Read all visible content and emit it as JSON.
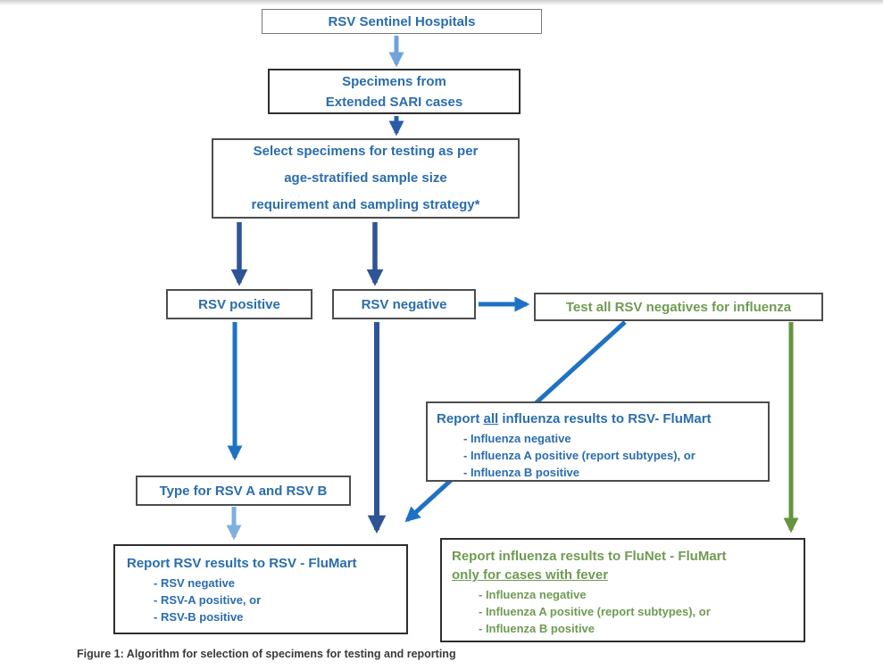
{
  "figure": {
    "caption": "Figure 1: Algorithm for selection of specimens for testing and reporting"
  },
  "colors": {
    "box_text_blue": "#2a6dad",
    "green_text": "#6f9b53",
    "arrow_light_blue": "#6fa3dc",
    "arrow_medium_blue": "#2b5ca8",
    "arrow_navy": "#2f5496",
    "arrow_bright_blue": "#1e72c4",
    "arrow_pale_blue": "#7eafdf",
    "arrow_green": "#66943e"
  },
  "boxes": {
    "sentinel": {
      "label": "RSV Sentinel Hospitals"
    },
    "specimens": {
      "line1": "Specimens from",
      "line2": "Extended SARI cases"
    },
    "select": {
      "line1": "Select specimens for testing as per",
      "line2": "age-stratified sample size",
      "line3": "requirement and sampling strategy*"
    },
    "rsv_positive": {
      "label": "RSV positive"
    },
    "rsv_negative": {
      "label": "RSV negative"
    },
    "test_negatives": {
      "label": "Test all RSV negatives for influenza"
    },
    "report_all_influenza": {
      "heading_pre": "Report ",
      "heading_underlined": "all",
      "heading_post": " influenza results to RSV- FluMart",
      "bullets": [
        "- Influenza negative",
        "- Influenza A positive (report subtypes), or",
        "- Influenza B positive"
      ]
    },
    "type_rsv": {
      "label": "Type for RSV A and RSV B"
    },
    "report_rsv": {
      "heading": "Report RSV results to RSV - FluMart",
      "bullets": [
        "- RSV negative",
        "- RSV-A positive, or",
        "- RSV-B positive"
      ]
    },
    "report_flunet": {
      "heading_line1": "Report influenza results to FluNet - FluMart",
      "heading_line2": "only for cases with fever",
      "bullets": [
        "- Influenza negative",
        "- Influenza A positive (report subtypes), or",
        "- Influenza B positive"
      ]
    }
  }
}
